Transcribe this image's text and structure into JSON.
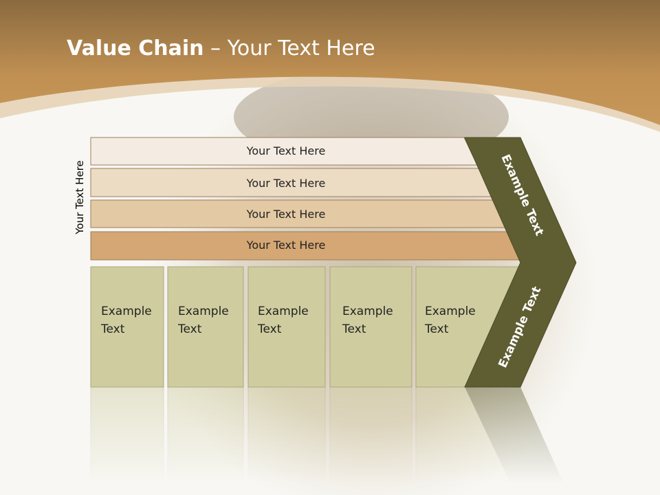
{
  "slide": {
    "title_bold": "Value Chain",
    "title_rest": " – Your Text Here",
    "side_label": "Your Text Here"
  },
  "bars": [
    {
      "label": "Your Text Here",
      "fill": "#f4ece2"
    },
    {
      "label": "Your Text Here",
      "fill": "#ecdcc4"
    },
    {
      "label": "Your Text Here",
      "fill": "#e3c9a4"
    },
    {
      "label": "Your Text Here",
      "fill": "#d4a774"
    }
  ],
  "boxes": [
    {
      "line1": "Example",
      "line2": "Text"
    },
    {
      "line1": "Example",
      "line2": "Text"
    },
    {
      "line1": "Example",
      "line2": "Text"
    },
    {
      "line1": "Example",
      "line2": "Text"
    },
    {
      "line1": "Example",
      "line2": "Text"
    }
  ],
  "chevron": {
    "upper_label": "Example Text",
    "lower_label": "Example Text"
  },
  "colors": {
    "header": "#b98a4e",
    "box_fill": "#cfcd9f",
    "chevron_fill": "#5f5e33",
    "bar_stroke": "#9c7c5c"
  }
}
